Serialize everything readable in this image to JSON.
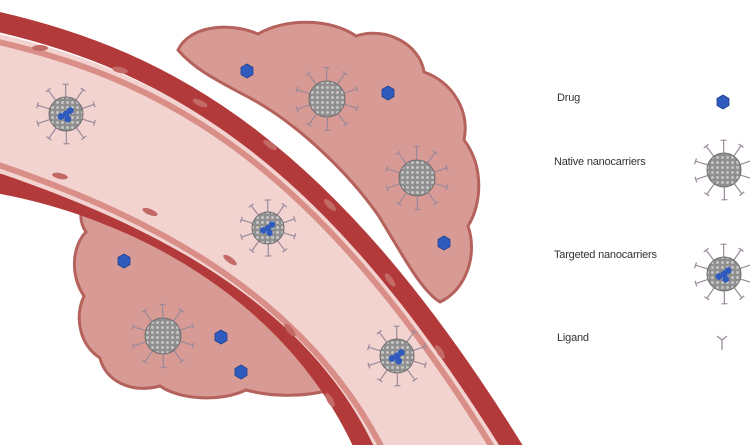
{
  "legend": {
    "drug": "Drug",
    "native": "Native nanocarriers",
    "targeted": "Targeted nanocarriers",
    "ligand": "Ligand"
  },
  "colors": {
    "background": "#ffffff",
    "tissue_fill": "#d89a94",
    "tissue_outline": "#b5625c",
    "vessel_wall": "#b23a3a",
    "lumen": "#f3d3d0",
    "endothelium": "#d98e88",
    "drug": "#2f5bbf",
    "nanocarrier": "#8b8b8b",
    "ligand": "#9a8a9a"
  },
  "icons": {
    "drug": "drug-molecule-icon",
    "native": "native-nanocarrier-icon",
    "targeted": "targeted-nanocarrier-icon",
    "ligand": "ligand-icon"
  }
}
